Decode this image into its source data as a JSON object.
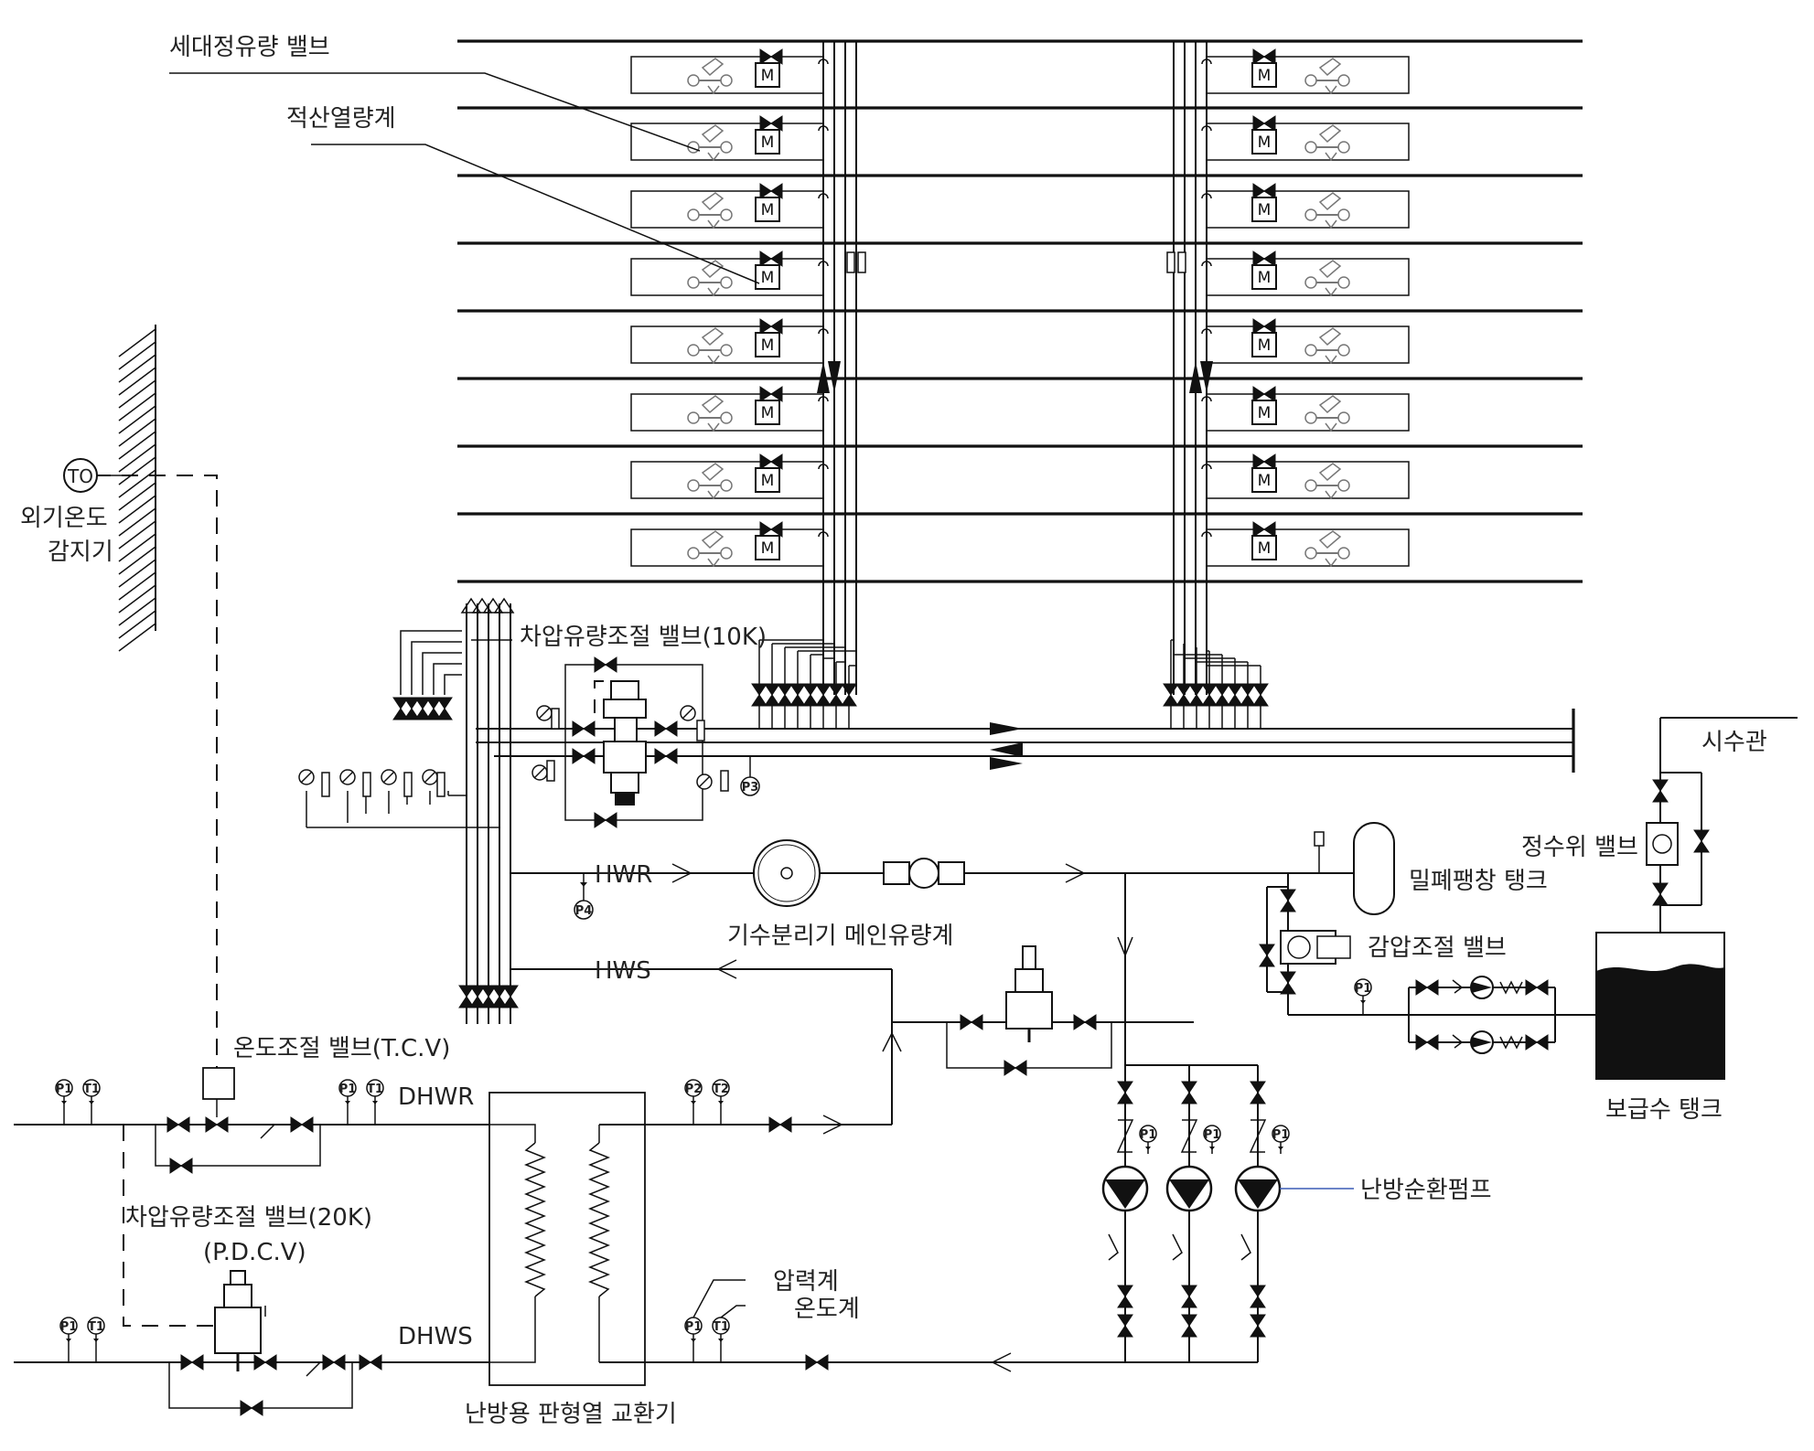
{
  "labels": {
    "household_flow_valve": "세대정유량 밸브",
    "heat_meter": "적산열량계",
    "outdoor_sensor_symbol": "TO",
    "outdoor_sensor_line1": "외기온도",
    "outdoor_sensor_line2": "감지기",
    "pdcv_10k": "차압유량조절 밸브(10K)",
    "hwr": "HWR",
    "hws": "HWS",
    "air_separator": "기수분리기 메인유량계",
    "city_water": "시수관",
    "constant_water_valve": "정수위 밸브",
    "sealed_expansion_tank": "밀폐팽창 탱크",
    "pressure_reducing_valve": "감압조절 밸브",
    "makeup_tank": "보급수 탱크",
    "tcv": "온도조절  밸브(T.C.V)",
    "dhwr": "DHWR",
    "dhws": "DHWS",
    "pdcv_20k_line1": "차압유량조절  밸브(20K)",
    "pdcv_20k_line2": "(P.D.C.V)",
    "heating_pump": "난방순환펌프",
    "pressure_gauge": "압력계",
    "thermometer": "온도계",
    "plate_heat_exchanger": "난방용 판형열 교환기"
  },
  "tags": {
    "p1": "P1",
    "t1": "T1",
    "p2": "P2",
    "t2": "T2",
    "p3": "P3",
    "p4": "P4",
    "meter": "M"
  }
}
